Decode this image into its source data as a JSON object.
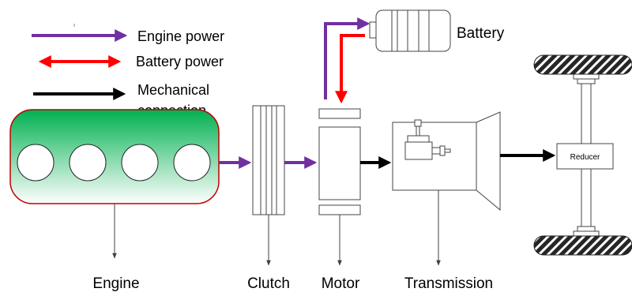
{
  "legend": {
    "engine_power": "Engine power",
    "battery_power": "Battery power",
    "mechanical_connection_line1": "Mechanical",
    "mechanical_connection_line2": "connection"
  },
  "labels": {
    "battery": "Battery",
    "reducer": "Reducer",
    "engine": "Engine",
    "clutch": "Clutch",
    "motor": "Motor",
    "transmission": "Transmission"
  },
  "colors": {
    "engine_power": "#7030a0",
    "battery_power": "#ff0000",
    "mechanical": "#000000",
    "engine_gradient_top": "#00b050",
    "engine_gradient_bottom": "#ffffff",
    "engine_border": "#c00000"
  }
}
